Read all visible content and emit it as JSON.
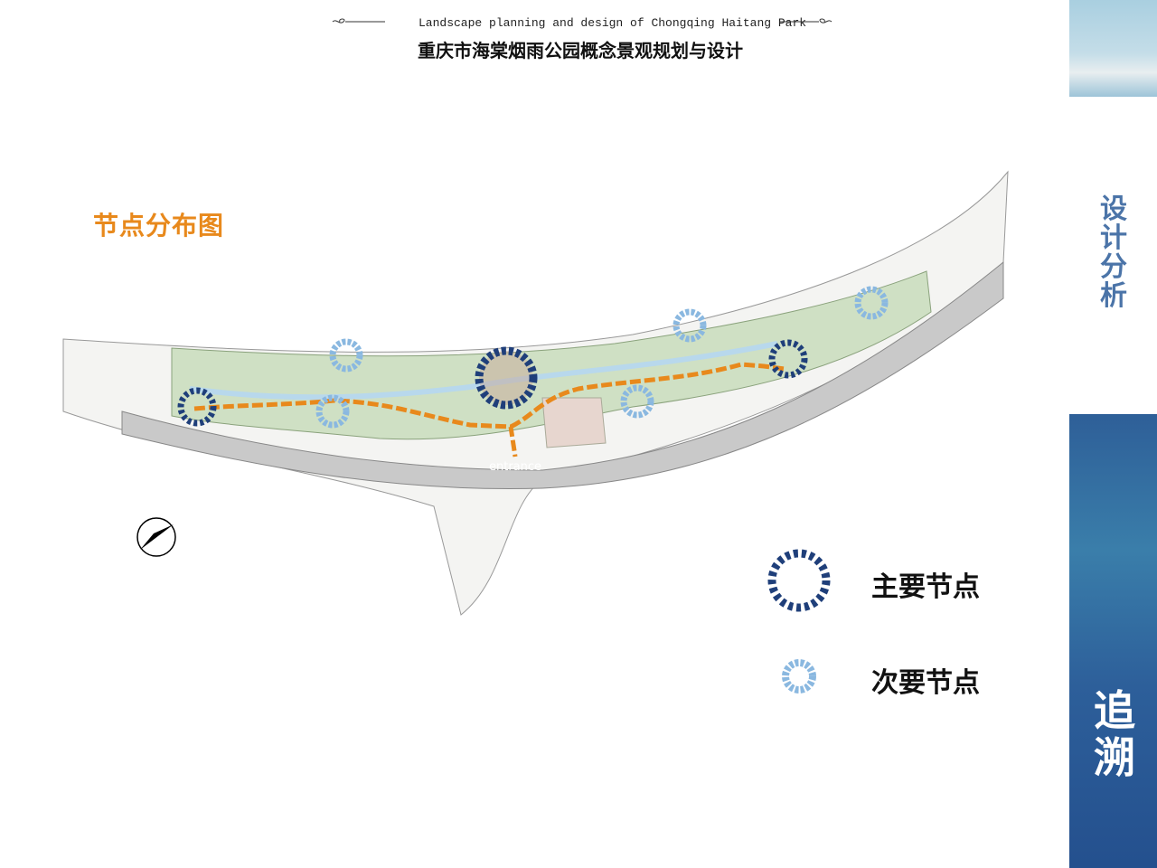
{
  "header": {
    "subtitle_en": "Landscape planning and design of Chongqing Haitang Park",
    "title_cn": "重庆市海棠烟雨公园概念景观规划与设计"
  },
  "map": {
    "title": "节点分布图",
    "entrance_label": "entrance",
    "path_color": "#e8891c",
    "primary_node_color": "#1f3f7a",
    "secondary_node_color": "#8ab8e0"
  },
  "legend": {
    "primary_label": "主要节点",
    "secondary_label": "次要节点"
  },
  "sidebar": {
    "section_label": "设计分析",
    "brand_text": "追溯"
  }
}
